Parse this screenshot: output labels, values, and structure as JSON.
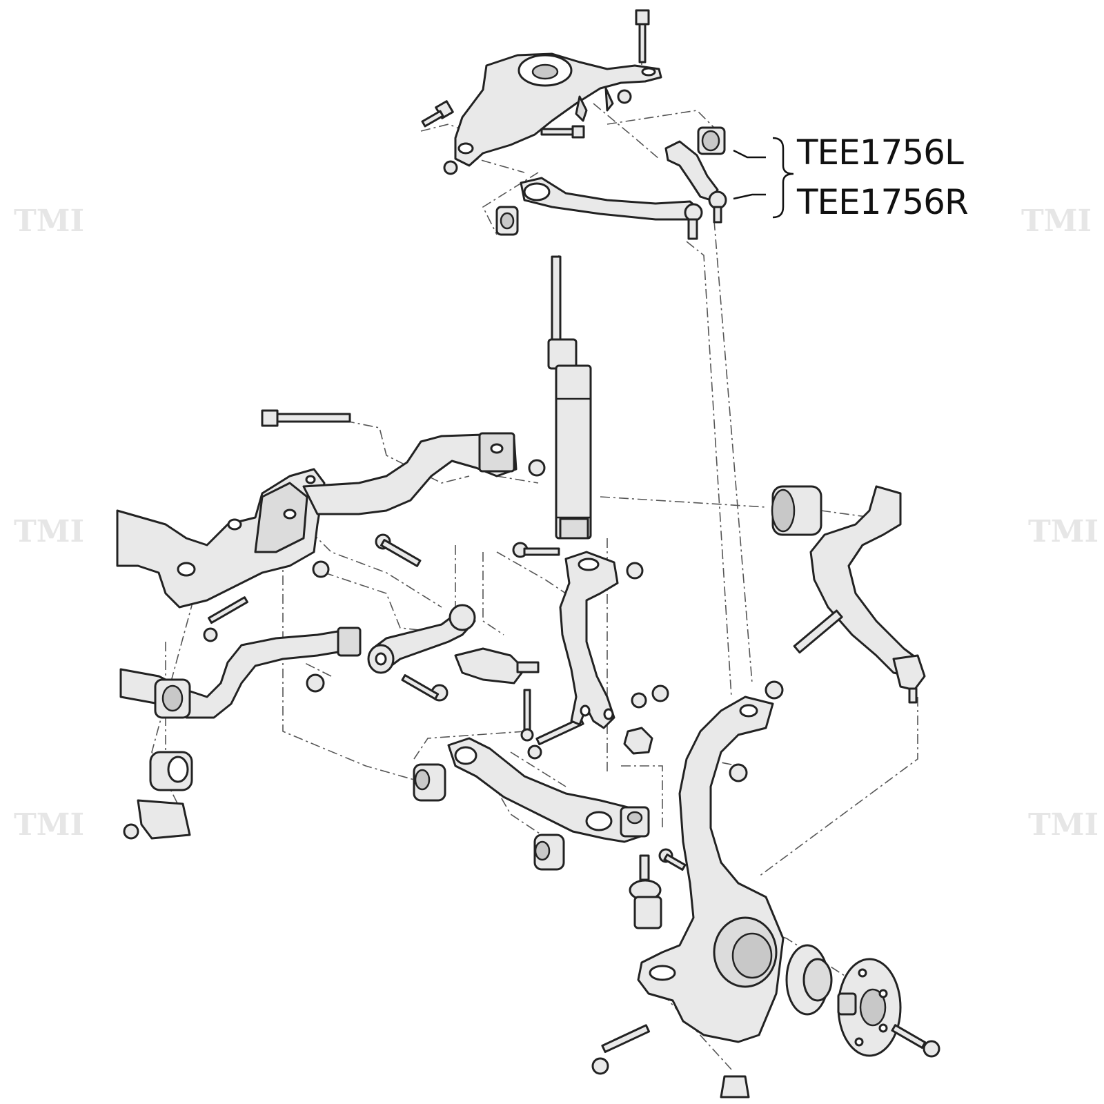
{
  "labels": {
    "upper_left": "TEE1756L",
    "upper_right": "TEE1756R"
  },
  "watermark": "TMI",
  "colors": {
    "line": "#222222",
    "fill": "#e9e9e9",
    "shade": "#c8c8c8",
    "watermark": "#e6e6e6"
  }
}
